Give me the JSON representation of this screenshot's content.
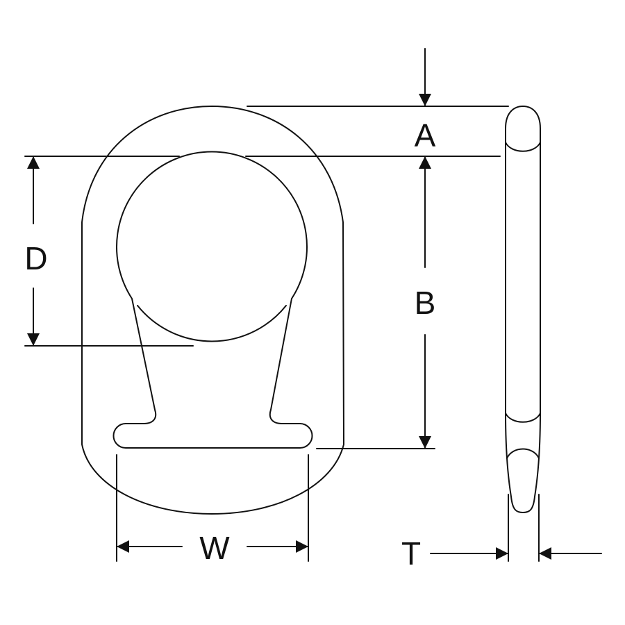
{
  "diagram": {
    "colors": {
      "stroke": "#111111",
      "background": "#ffffff"
    },
    "labels": {
      "A": "A",
      "B": "B",
      "D": "D",
      "W": "W",
      "T": "T"
    }
  }
}
